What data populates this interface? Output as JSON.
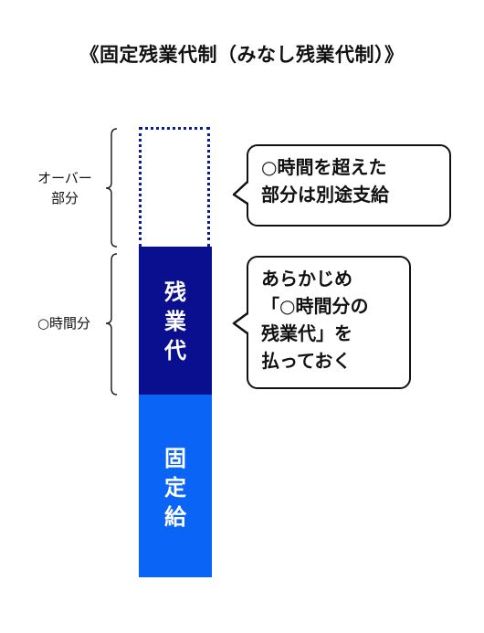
{
  "title": "《固定残業代制（みなし残業代制）》",
  "bars": {
    "overtime_label": [
      "残",
      "業",
      "代"
    ],
    "fixed_label": [
      "固",
      "定",
      "給"
    ]
  },
  "side_labels": {
    "over_part": [
      "オーバー",
      "部分"
    ],
    "hours_part": "○時間分"
  },
  "bubbles": {
    "top": [
      "○時間を超えた",
      "部分は別途支給"
    ],
    "bottom": [
      "あらかじめ",
      "「○時間分の",
      "残業代」を",
      "払っておく"
    ]
  },
  "colors": {
    "dashed_border": "#0a1a9a",
    "overtime_fill": "#0a0f8f",
    "fixed_fill": "#0a64f5"
  }
}
